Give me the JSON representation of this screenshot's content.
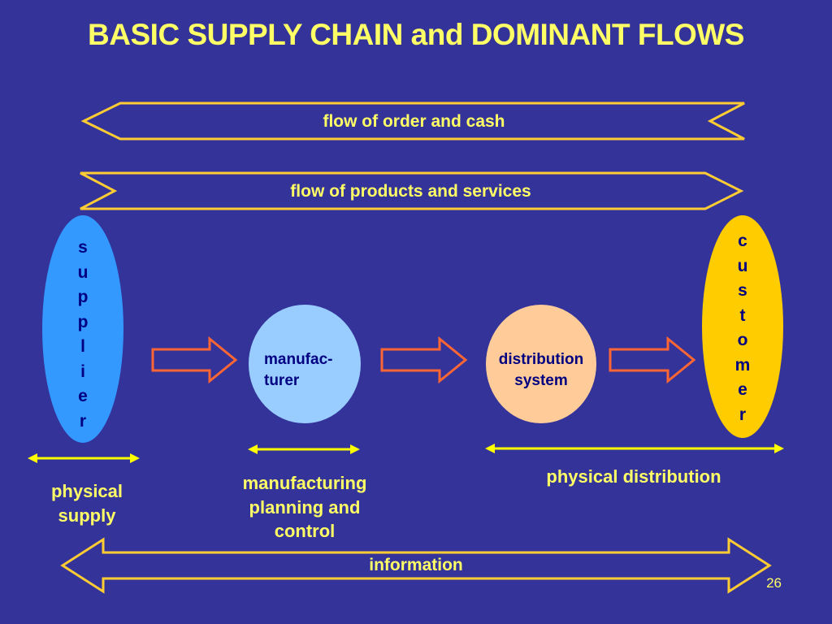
{
  "title": "BASIC SUPPLY CHAIN and DOMINANT FLOWS",
  "flows": {
    "order_cash": "flow of order and cash",
    "products_services": "flow of products and services",
    "information": "information"
  },
  "nodes": {
    "supplier": "supplier",
    "manufacturer_line1": "manufac-",
    "manufacturer_line2": "turer",
    "distribution_line1": "distribution",
    "distribution_line2": "system",
    "customer": "customer"
  },
  "stages": {
    "physical_supply_line1": "physical",
    "physical_supply_line2": "supply",
    "mpc_line1": "manufacturing",
    "mpc_line2": "planning and",
    "mpc_line3": "control",
    "physical_distribution": "physical distribution"
  },
  "page_number": "26",
  "colors": {
    "background": "#333399",
    "text_yellow": "#ffff66",
    "band_stroke": "#ffcc33",
    "supplier_fill": "#3399ff",
    "manufacturer_fill": "#99ccff",
    "distribution_fill": "#ffcc99",
    "customer_fill": "#ffcc00",
    "arrow_stroke": "#ff6633"
  }
}
